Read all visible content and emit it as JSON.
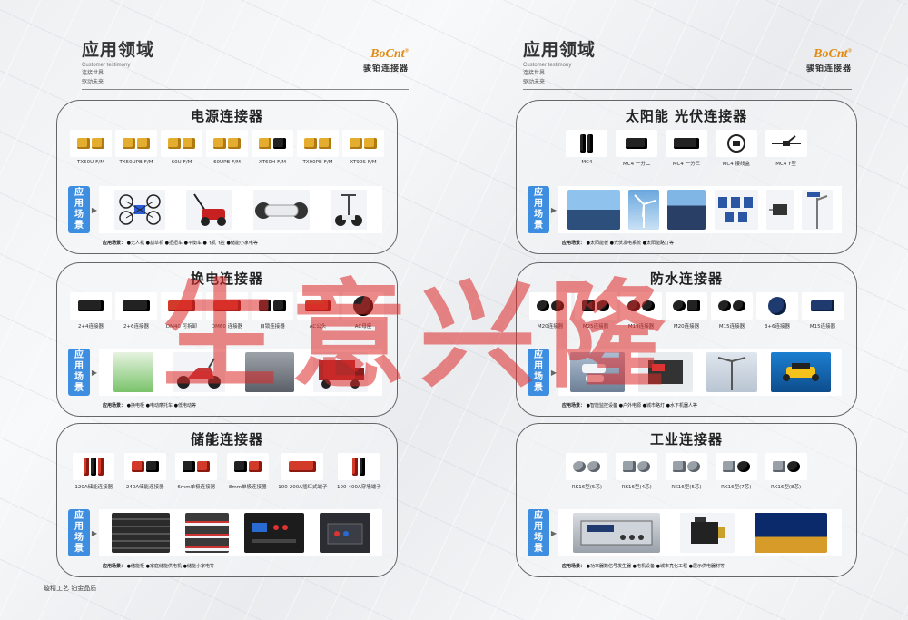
{
  "watermark": "生意兴隆",
  "footer": "璇精工艺 铂金品质",
  "brand": {
    "logo": "BoCnt",
    "reg": "®",
    "name_cn": "骏铂连接器"
  },
  "header": {
    "title": "应用领域",
    "subtitle": "Customer testimony",
    "line1": "连接世界",
    "line2": "驱动未来"
  },
  "scene_badge": [
    "应",
    "用",
    "场",
    "景"
  ],
  "usage_key": "应用场景：",
  "sections": {
    "power": {
      "title": "电源连接器",
      "products": [
        "TX50U-F/M",
        "TX50UPB-F/M",
        "60U-F/M",
        "60UPB-F/M",
        "XT60H-F/M",
        "TX90PB-F/M",
        "XT90S-F/M"
      ],
      "usage": [
        "无人机",
        "割草机",
        "扭扭车",
        "平衡车",
        "飞机飞控",
        "储能小家电等"
      ]
    },
    "swap": {
      "title": "换电连接器",
      "products": [
        "2+4连接器",
        "2+6连接器",
        "DM40 可拆卸",
        "DM60 连接器",
        "自锁连接器",
        "AC公头",
        "AC母座"
      ],
      "usage": [
        "换电柜",
        "电动摩托车",
        "低电动等"
      ]
    },
    "storage": {
      "title": "储能连接器",
      "products": [
        "120A储能连接器",
        "240A储能连接器",
        "6mm单极连接器",
        "8mm单极连接器",
        "100-200A插红式端子",
        "100-400A穿墙端子"
      ],
      "usage": [
        "储能柜",
        "家庭储能供电机",
        "储能小家电等"
      ]
    },
    "solar": {
      "title": "太阳能 光伏连接器",
      "products": [
        "MC4",
        "MC4 一分二",
        "MC4 一分三",
        "MC4 接线盒",
        "MC4 Y型"
      ],
      "usage": [
        "太阳能板",
        "光伏发电系统",
        "太阳能路灯等"
      ]
    },
    "waterproof": {
      "title": "防水连接器",
      "products": [
        "M20连接器",
        "M25连接器",
        "M19连接器",
        "M20连接器",
        "M15连接器",
        "3+6连接器",
        "M15连接器"
      ],
      "usage": [
        "智能监控设备",
        "户外电源",
        "城市路灯",
        "水下机器人等"
      ]
    },
    "industrial": {
      "title": "工业连接器",
      "products": [
        "RK16型(5芯)",
        "RK16型(4芯)",
        "RK16型(5芯)",
        "RK16型(7芯)",
        "RK16型(8芯)"
      ],
      "usage": [
        "功率器数信号发生器",
        "电机设备",
        "城市亮化工程",
        "展示供电器材等"
      ]
    }
  }
}
